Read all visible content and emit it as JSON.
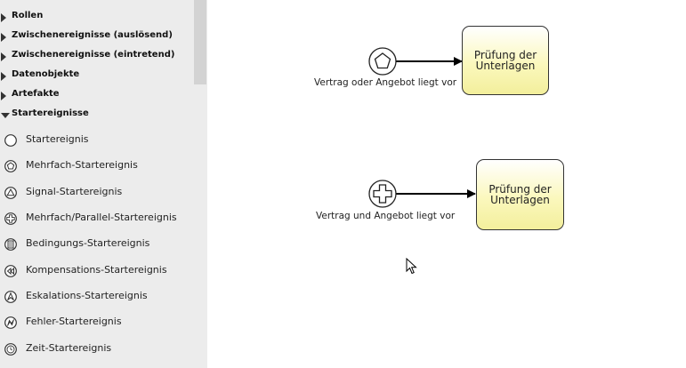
{
  "sidebar": {
    "categories": [
      {
        "label": "Rollen",
        "expanded": false
      },
      {
        "label": "Zwischenereignisse (auslösend)",
        "expanded": false
      },
      {
        "label": "Zwischenereignisse (eintretend)",
        "expanded": false
      },
      {
        "label": "Datenobjekte",
        "expanded": false
      },
      {
        "label": "Artefakte",
        "expanded": false
      },
      {
        "label": "Startereignisse",
        "expanded": true
      }
    ],
    "items": [
      {
        "label": "Startereignis",
        "icon": "circle-icon"
      },
      {
        "label": "Mehrfach-Startereignis",
        "icon": "pentagon-icon"
      },
      {
        "label": "Signal-Startereignis",
        "icon": "triangle-icon"
      },
      {
        "label": "Mehrfach/Parallel-Startereignis",
        "icon": "plus-icon"
      },
      {
        "label": "Bedingungs-Startereignis",
        "icon": "document-icon"
      },
      {
        "label": "Kompensations-Startereignis",
        "icon": "rewind-icon"
      },
      {
        "label": "Eskalations-Startereignis",
        "icon": "escalation-icon"
      },
      {
        "label": "Fehler-Startereignis",
        "icon": "lightning-icon"
      },
      {
        "label": "Zeit-Startereignis",
        "icon": "clock-icon"
      }
    ]
  },
  "diagram": {
    "event1": {
      "label": "Vertrag oder Angebot liegt vor",
      "type": "multiple-start-event"
    },
    "task1": {
      "label": "Prüfung der Unterlagen"
    },
    "event2": {
      "label": "Vertrag und Angebot liegt vor",
      "type": "parallel-multiple-start-event"
    },
    "task2": {
      "label": "Prüfung der Unterlagen"
    }
  },
  "colors": {
    "task_fill": "#fbf8bd",
    "sidebar_bg": "#ececec"
  }
}
